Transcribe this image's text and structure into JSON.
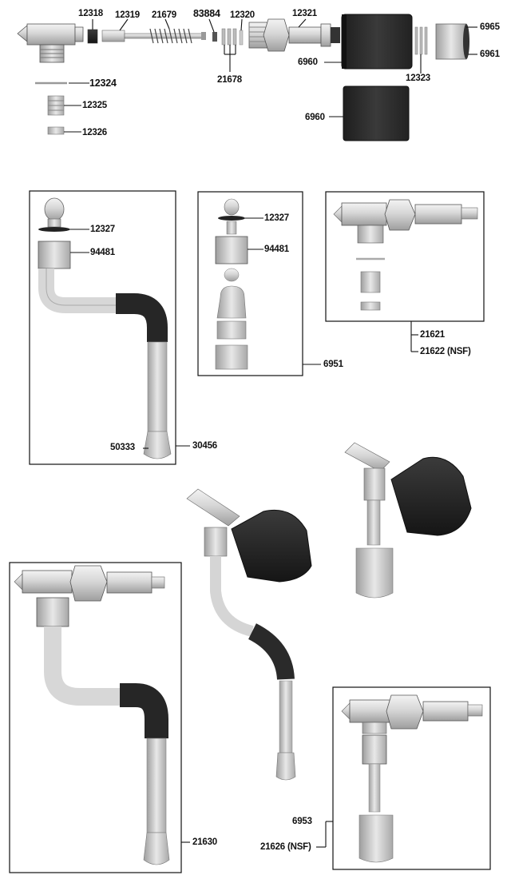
{
  "parts": {
    "p12318": "12318",
    "p12319": "12319",
    "p21679": "21679",
    "p83884": "83884",
    "p12320": "12320",
    "p12321": "12321",
    "p6965": "6965",
    "p6961": "6961",
    "p6960_a": "6960",
    "p12323": "12323",
    "p21678": "21678",
    "p12324": "12324",
    "p12325": "12325",
    "p12326": "12326",
    "p6960_b": "6960",
    "p12327_a": "12327",
    "p94481_a": "94481",
    "p12327_b": "12327",
    "p94481_b": "94481",
    "p6951": "6951",
    "p21621": "21621",
    "p21622": "21622 (NSF)",
    "p50333": "50333",
    "p30456": "30456",
    "p21630": "21630",
    "p6953": "6953",
    "p21626": "21626 (NSF)"
  },
  "colors": {
    "line": "#111111",
    "metal_light": "#e4e4e4",
    "metal_mid": "#bdbdbd",
    "metal_dark": "#8c8c8c",
    "rubber": "#2b2b2b"
  }
}
